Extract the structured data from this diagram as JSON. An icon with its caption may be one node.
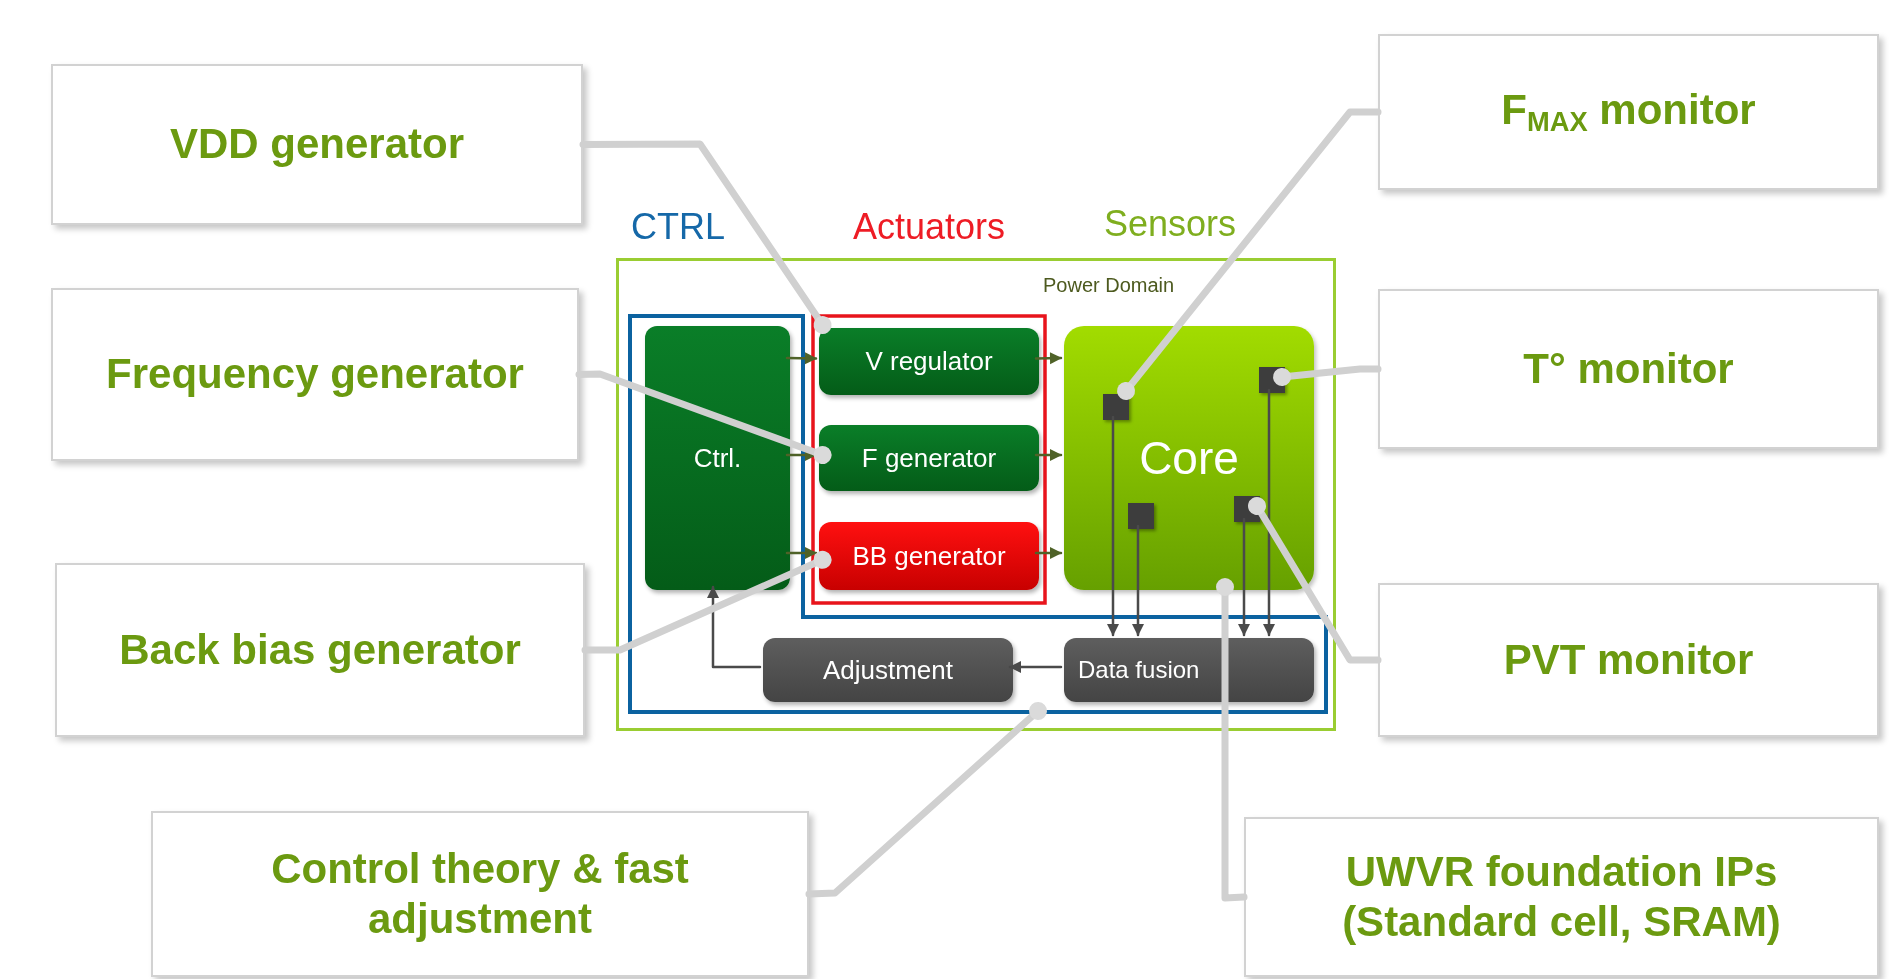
{
  "diagram": {
    "nodes": [
      {
        "text": [
          "VDD generator"
        ]
      },
      {
        "text": [
          "Frequency generator"
        ]
      },
      {
        "text": [
          "Back bias generator"
        ]
      },
      {
        "text": [
          "Control theory & fast adjustment"
        ]
      },
      {
        "text": [
          "F$_{MAX}$ monitor"
        ]
      },
      {
        "text": [
          "T° monitor"
        ]
      },
      {
        "text": [
          "PVT monitor"
        ]
      },
      {
        "text": [
          "UWVR foundation IPs (Standard cell, SRAM)"
        ]
      },
      {
        "text": [
          "Power Domain"
        ]
      },
      {
        "text": [
          "CTRL"
        ],
        "in": 8
      },
      {
        "text": [
          "Actuators"
        ],
        "in": 8
      },
      {
        "text": [
          "Ctrl."
        ],
        "in": 9
      },
      {
        "text": [
          "Adjustment"
        ],
        "in": 9
      },
      {
        "text": [
          "Data fusion"
        ],
        "in": 9
      },
      {
        "text": [
          "V regulator"
        ],
        "in": 10
      },
      {
        "text": [
          "F generator"
        ],
        "in": 10
      },
      {
        "text": [
          "BB generator"
        ],
        "in": 10
      },
      {
        "text": [
          "Core"
        ],
        "in": 8
      },
      {
        "text": [],
        "shape": "box",
        "in": 17
      },
      {
        "text": [],
        "shape": "box",
        "in": 17
      },
      {
        "text": [],
        "shape": "box",
        "in": 17
      },
      {
        "text": [],
        "shape": "box",
        "in": 17
      }
    ],
    "edges": [
      {
        "from": 11,
        "to": 14,
        "arrow": "to",
        "color": "#4f6228"
      },
      {
        "from": 11,
        "to": 15,
        "arrow": "to",
        "color": "#4f6228"
      },
      {
        "from": 11,
        "to": 16,
        "arrow": "to",
        "color": "#4f6228"
      },
      {
        "from": 14,
        "to": 17,
        "arrow": "to",
        "color": "#4f6228"
      },
      {
        "from": 15,
        "to": 17,
        "arrow": "to",
        "color": "#4f6228"
      },
      {
        "from": 16,
        "to": 17,
        "arrow": "to",
        "color": "#4f6228"
      },
      {
        "from": 18,
        "to": 13,
        "arrow": "to",
        "color": "#4a4a4a"
      },
      {
        "from": 19,
        "to": 13,
        "arrow": "to",
        "color": "#4a4a4a"
      },
      {
        "from": 20,
        "to": 13,
        "arrow": "to",
        "color": "#4a4a4a"
      },
      {
        "from": 21,
        "to": 13,
        "arrow": "to",
        "color": "#4a4a4a"
      },
      {
        "from": 13,
        "to": 12,
        "arrow": "to",
        "color": "#4a4a4a"
      },
      {
        "from": 12,
        "to": 11,
        "arrow": "to",
        "color": "#4a4a4a"
      },
      {
        "from": 0,
        "to": 14,
        "arrow": "other",
        "style": "thick"
      },
      {
        "from": 1,
        "to": 15,
        "arrow": "other",
        "style": "thick"
      },
      {
        "from": 2,
        "to": 16,
        "arrow": "other",
        "style": "thick"
      },
      {
        "from": 3,
        "to": 9,
        "arrow": "other",
        "style": "thick"
      },
      {
        "from": 4,
        "to": 18,
        "arrow": "other",
        "style": "thick"
      },
      {
        "from": 5,
        "to": 21,
        "arrow": "other",
        "style": "thick"
      },
      {
        "from": 6,
        "to": 20,
        "arrow": "other",
        "style": "thick"
      },
      {
        "from": 7,
        "to": 17,
        "arrow": "other",
        "style": "thick"
      }
    ],
    "labels": [
      "Sensors"
    ]
  }
}
